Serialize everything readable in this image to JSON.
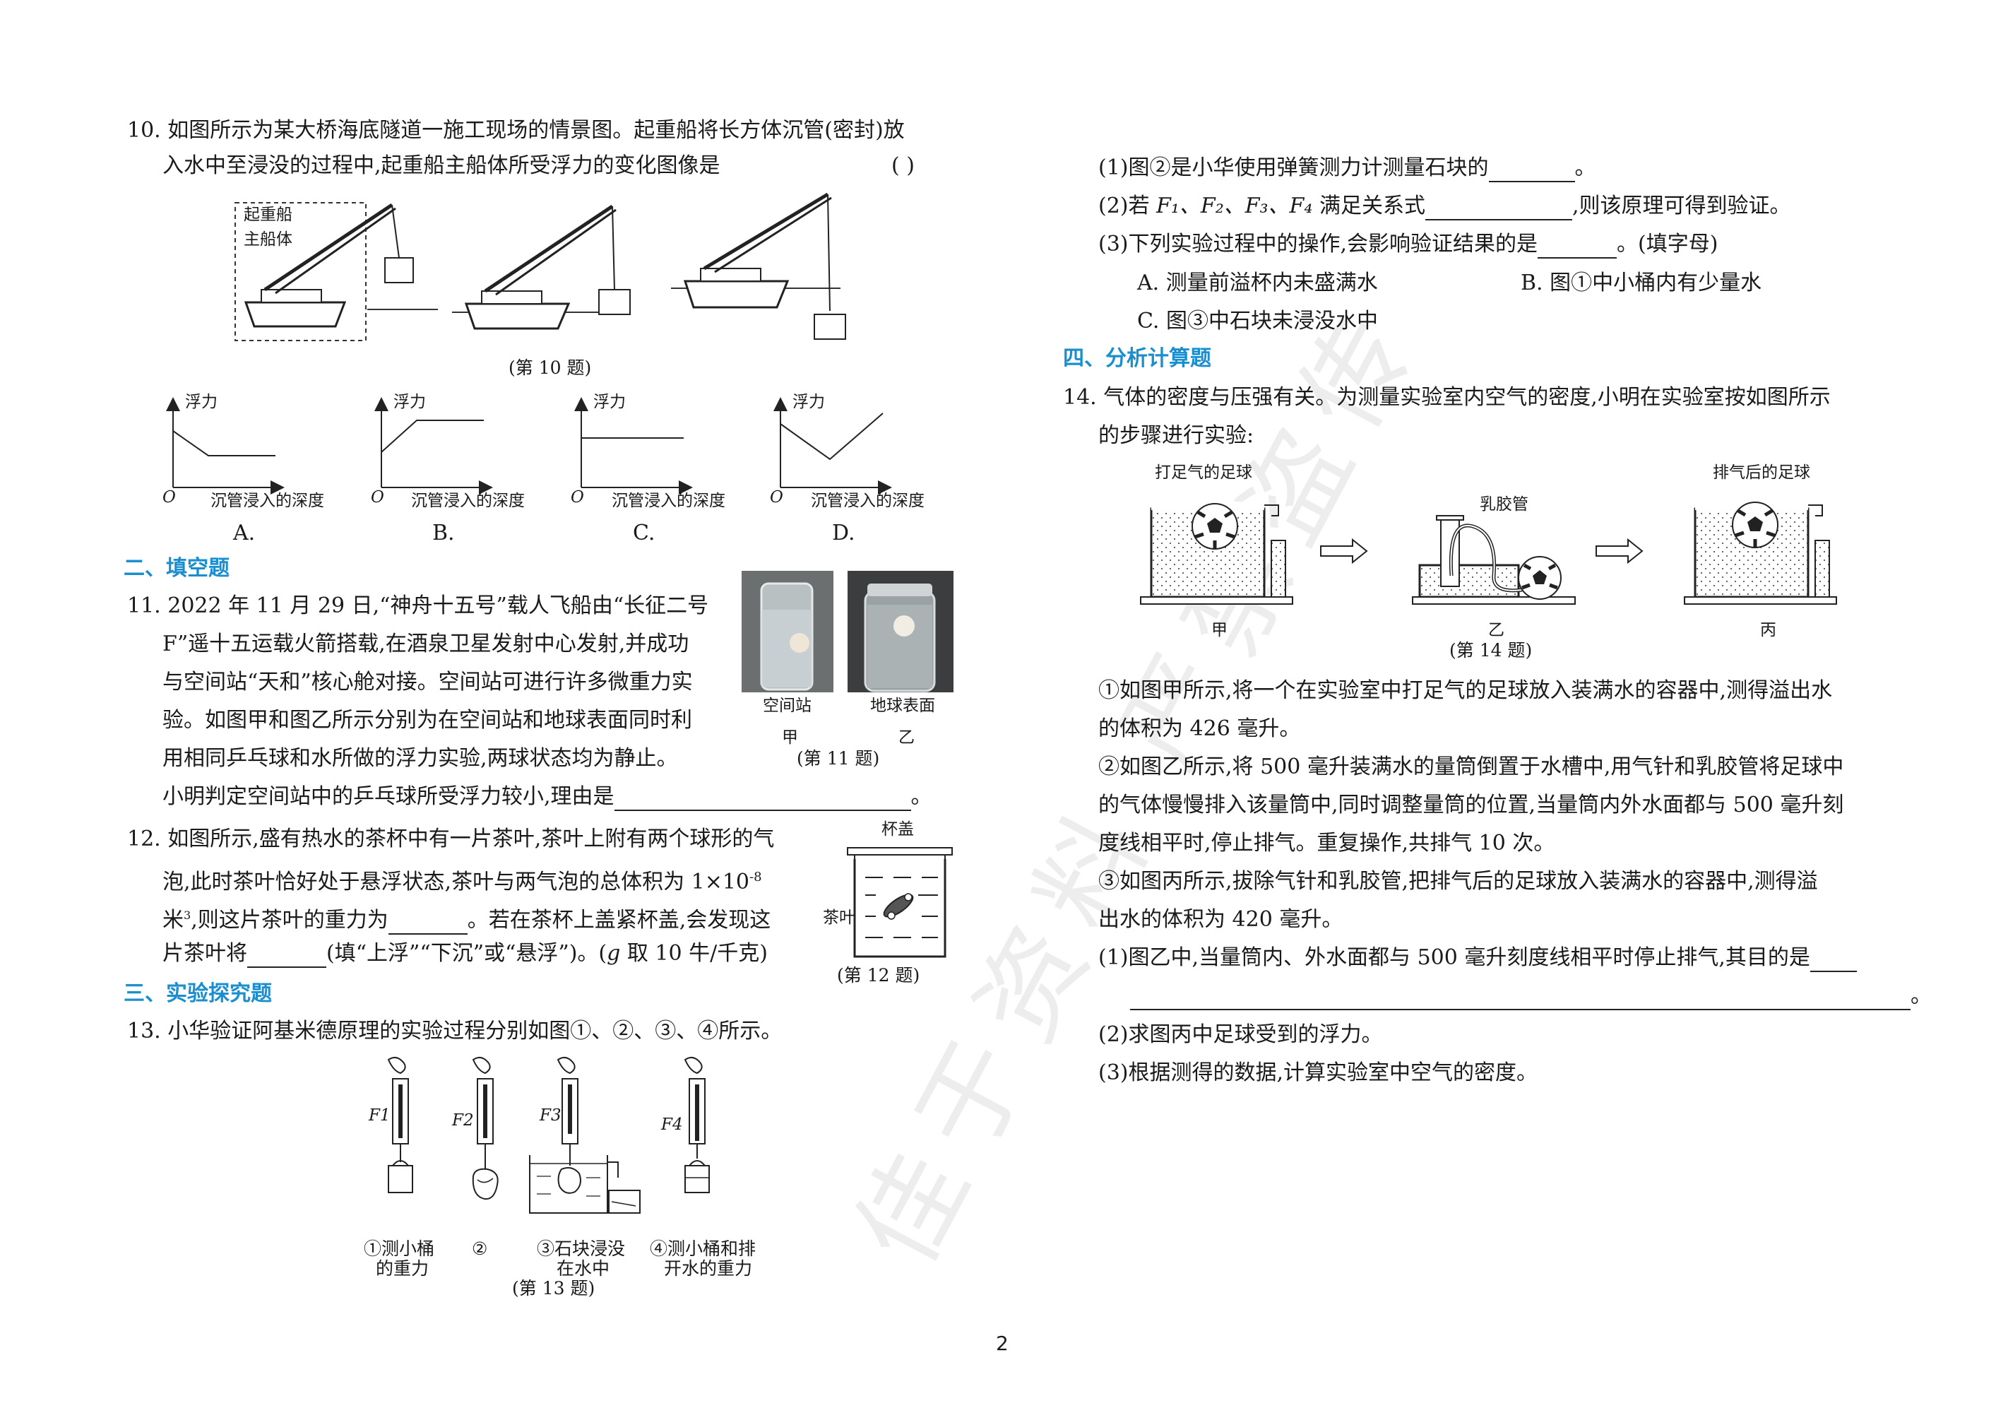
{
  "q10": {
    "line1": "10. 如图所示为某大桥海底隧道一施工现场的情景图。起重船将长方体沉管(密封)放",
    "line2": "入水中至浸没的过程中,起重船主船体所受浮力的变化图像是",
    "paren": "(      )",
    "figure_label_top": "起重船",
    "figure_label_bottom": "主船体",
    "caption": "(第 10 题)",
    "graph_ylabel": "浮力",
    "graph_xlabel": "沉管浸入的深度",
    "graph_origin": "O",
    "options": [
      "A.",
      "B.",
      "C.",
      "D."
    ]
  },
  "sec2": {
    "title": "二、填空题"
  },
  "q11": {
    "lines": [
      "11. 2022 年 11 月 29 日,“神舟十五号”载人飞船由“长征二号",
      "F”遥十五运载火箭搭载,在酒泉卫星发射中心发射,并成功",
      "与空间站“天和”核心舱对接。空间站可进行许多微重力实",
      "验。如图甲和图乙所示分别为在空间站和地球表面同时利",
      "用相同乒乓球和水所做的浮力实验,两球状态均为静止。"
    ],
    "last_line": "小明判定空间站中的乒乓球所受浮力较小,理由是",
    "end_mark": "。",
    "photo1_label": "空间站",
    "photo1_sub": "甲",
    "photo2_label": "地球表面",
    "photo2_sub": "乙",
    "caption": "(第 11 题)"
  },
  "q12": {
    "line1": "12. 如图所示,盛有热水的茶杯中有一片茶叶,茶叶上附有两个球形的气",
    "line2": "泡,此时茶叶恰好处于悬浮状态,茶叶与两气泡的总体积为 1×10",
    "exp": "-8",
    "line3a": "米",
    "sup3": "3",
    "line3b": ",则这片茶叶的重力为",
    "line3c": "。若在茶杯上盖紧杯盖,会发现这",
    "line4a": "片茶叶将",
    "line4b": "(填“上浮”“下沉”或“悬浮”)。(",
    "g": "g",
    "line4c": " 取 10 牛/千克)",
    "lid_label": "杯盖",
    "leaf_label": "茶叶",
    "caption": "(第 12 题)"
  },
  "sec3": {
    "title": "三、实验探究题"
  },
  "q13": {
    "line1": "13. 小华验证阿基米德原理的实验过程分别如图①、②、③、④所示。",
    "f_labels": [
      "F1",
      "F2",
      "F3",
      "F4"
    ],
    "step1": [
      "①测小桶",
      "的重力"
    ],
    "step2": [
      "②"
    ],
    "step3": [
      "③石块浸没",
      "在水中"
    ],
    "step4": [
      "④测小桶和排",
      "开水的重力"
    ],
    "caption": "(第 13 题)",
    "sub1": "(1)图②是小华使用弹簧测力计测量石块的",
    "sub1_end": "。",
    "sub2a": "(2)若 ",
    "sub2_f": "F₁、F₂、F₃、F₄",
    "sub2b": " 满足关系式",
    "sub2c": ",则该原理可得到验证。",
    "sub3": "(3)下列实验过程中的操作,会影响验证结果的是",
    "sub3_end": "。(填字母)",
    "optA": "A. 测量前溢杯内未盛满水",
    "optB": "B. 图①中小桶内有少量水",
    "optC": "C. 图③中石块未浸没水中"
  },
  "sec4": {
    "title": "四、分析计算题"
  },
  "q14": {
    "line1": "14. 气体的密度与压强有关。为测量实验室内空气的密度,小明在实验室按如图所示",
    "line2": "的步骤进行实验:",
    "fig_label1": "打足气的足球",
    "fig_label2": "乳胶管",
    "fig_label3": "排气后的足球",
    "sub_jia": "甲",
    "sub_yi": "乙",
    "sub_bing": "丙",
    "caption": "(第 14 题)",
    "p1a": "①如图甲所示,将一个在实验室中打足气的足球放入装满水的容器中,测得溢出水",
    "p1b": "的体积为 426 毫升。",
    "p2a": "②如图乙所示,将 500 毫升装满水的量筒倒置于水槽中,用气针和乳胶管将足球中",
    "p2b": "的气体慢慢排入该量筒中,同时调整量筒的位置,当量筒内外水面都与 500 毫升刻",
    "p2c": "度线相平时,停止排气。重复操作,共排气 10 次。",
    "p3a": "③如图丙所示,拔除气针和乳胶管,把排气后的足球放入装满水的容器中,测得溢",
    "p3b": "出水的体积为 420 毫升。",
    "s1": "(1)图乙中,当量筒内、外水面都与 500 毫升刻度线相平时停止排气,其目的是",
    "s1_end": "。",
    "s2": "(2)求图丙中足球受到的浮力。",
    "s3": "(3)根据测得的数据,计算实验室中空气的密度。"
  },
  "watermark": "佳于资料  严禁盗传",
  "page_number": "2"
}
